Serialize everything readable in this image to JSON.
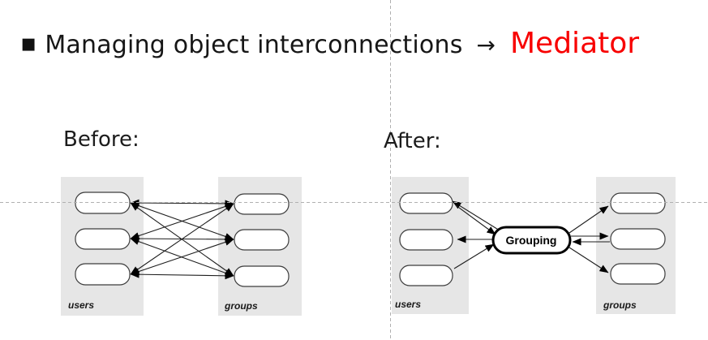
{
  "slide": {
    "title": {
      "bullet": "▪",
      "text": "Managing object interconnections",
      "arrow": "→",
      "highlight": "Mediator"
    }
  },
  "before": {
    "label": "Before:",
    "users_label": "users",
    "groups_label": "groups",
    "user_count": 3,
    "group_count": 3,
    "connection_pattern": "every user node connected to every group node with double-headed arrows"
  },
  "after": {
    "label": "After:",
    "users_label": "users",
    "groups_label": "groups",
    "mediator_label": "Grouping"
  },
  "colors": {
    "highlight_red": "#F80000",
    "group_box_gray": "#E6E6E6",
    "guide_gray": "#B0B0B0"
  }
}
